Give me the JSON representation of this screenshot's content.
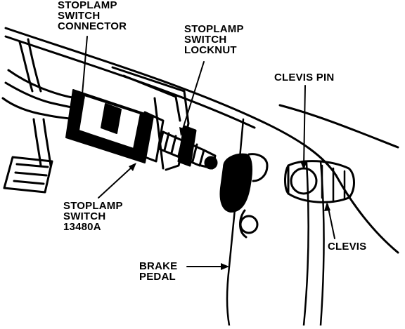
{
  "diagram": {
    "callouts": {
      "connector": [
        "STOPLAMP",
        "SWITCH",
        "CONNECTOR"
      ],
      "locknut": [
        "STOPLAMP",
        "SWITCH",
        "LOCKNUT"
      ],
      "clevis_pin": [
        "CLEVIS PIN"
      ],
      "switch": [
        "STOPLAMP",
        "SWITCH",
        "13480A"
      ],
      "clevis": [
        "CLEVIS"
      ],
      "brake_pedal": [
        "BRAKE",
        "PEDAL"
      ]
    }
  }
}
